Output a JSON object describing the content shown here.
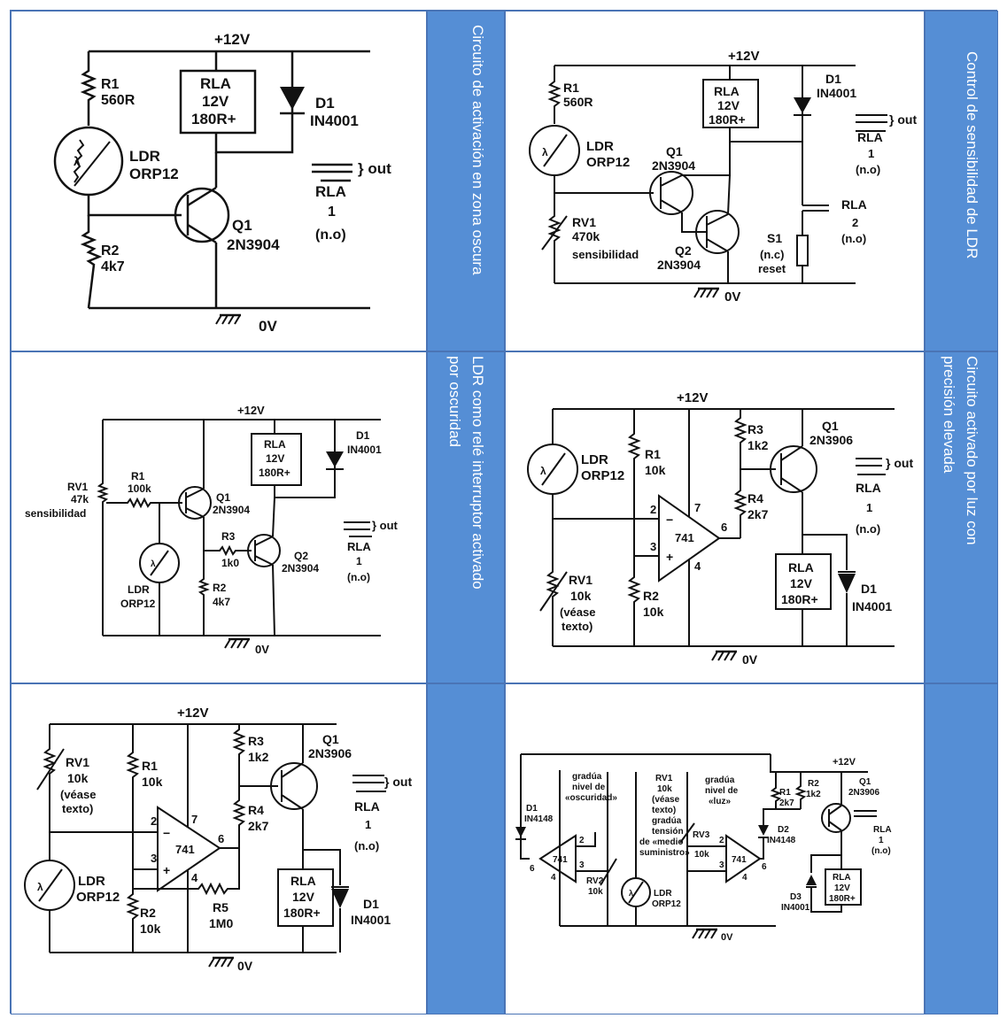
{
  "captions": {
    "c1": "Circuito de activación en zona oscura",
    "c2": "Control  de sensibilidad de LDR",
    "c3a": "LDR  como  relé  interruptor  activado",
    "c3b": "por oscuridad",
    "c4a": "Circuito      activado      por      luz      con",
    "c4b": "precisión elevada"
  },
  "labels": {
    "v12": "+12V",
    "v0": "0V",
    "rla": "RLA",
    "v12r": "12V",
    "r180": "180R+",
    "d1": "D1",
    "in4001": "IN4001",
    "out": "} out",
    "one": "1",
    "two": "2",
    "no": "(n.o)",
    "nc": "(n.c)",
    "reset": "reset",
    "s1": "S1",
    "r1": "R1",
    "r2": "R2",
    "r3": "R3",
    "r4": "R4",
    "r5": "R5",
    "rv1": "RV1",
    "rv2": "RV2",
    "rv3": "RV3",
    "r560": "560R",
    "r4k7": "4k7",
    "r10k": "10k",
    "r100k": "100k",
    "r1k0": "1k0",
    "r1k2": "1k2",
    "r2k7": "2k7",
    "r47k": "47k",
    "r470k": "470k",
    "r1m0": "1M0",
    "ldr": "LDR",
    "orp12": "ORP12",
    "q1": "Q1",
    "q2": "Q2",
    "t3904": "2N3904",
    "t3906": "2N3906",
    "sens": "sensibilidad",
    "vease": "(véase",
    "texto": "texto)",
    "op741": "741",
    "d2": "D2",
    "d3": "D3",
    "in4148": "IN4148",
    "g_osc1": "gradúa",
    "g_osc2": "nivel de",
    "g_osc3": "«oscuridad»",
    "g_luz3": "«luz»",
    "g_t1": "gradúa",
    "g_t2": "tensión",
    "g_t3": "de «medio",
    "g_t4": "suministro»",
    "lambda": "λ",
    "pin2": "2",
    "pin3": "3",
    "pin4": "4",
    "pin6": "6",
    "pin7": "7"
  }
}
